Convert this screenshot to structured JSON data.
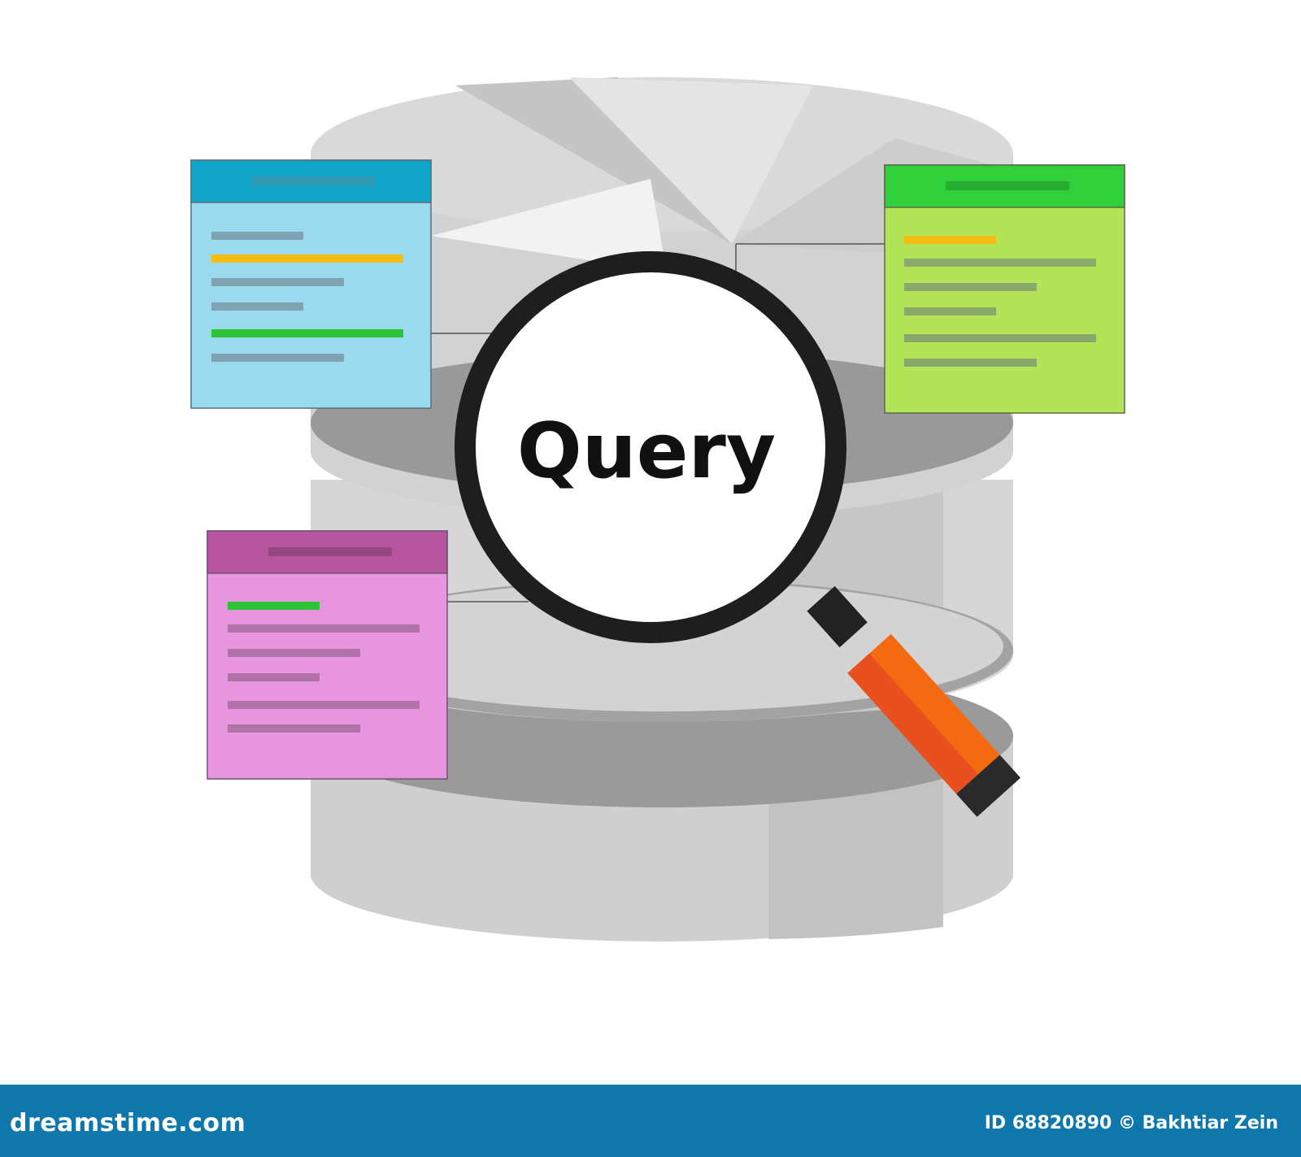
{
  "illustration": {
    "query_label": "Query",
    "colors": {
      "cylinder_light": "#dcdcdc",
      "cylinder_mid": "#c8c8c8",
      "cylinder_dark": "#9a9a9a",
      "blue_card": "#9bd9ee",
      "blue_header": "#12a4c8",
      "green_card": "#b3e457",
      "green_header": "#2fd03a",
      "pink_card": "#e895e0",
      "pink_header": "#b8559f",
      "highlight_yellow": "#f5bd12",
      "highlight_green": "#2cc436",
      "magnifier_rim": "#1e1e1e",
      "handle_orange": "#f46a10",
      "handle_dark_orange": "#e8501f"
    },
    "icons": [
      "database-icon",
      "magnifying-glass-icon",
      "document-card-icon"
    ]
  },
  "footer": {
    "brand": "dreamstime.com",
    "credit": "ID 68820890 © Bakhtiar Zein",
    "background": "#0e78ac"
  }
}
